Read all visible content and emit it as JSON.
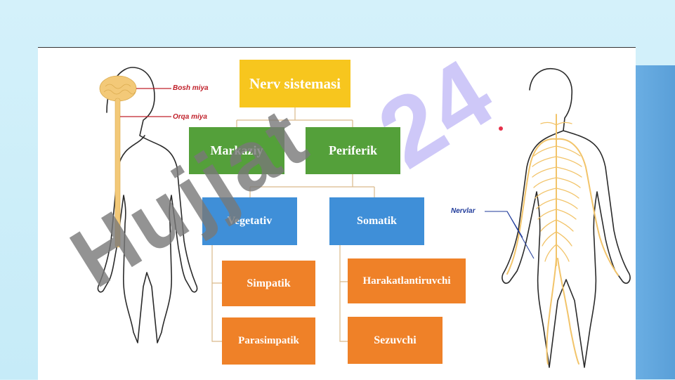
{
  "diagram": {
    "root": "Nerv sistemasi",
    "level1": [
      "Markaziy",
      "Periferik"
    ],
    "level2": [
      "Vegetativ",
      "Somatik"
    ],
    "vegetativ_children": [
      "Simpatik",
      "Parasimpatik"
    ],
    "somatik_children": [
      "Harakatlantiruvchi",
      "Sezuvchi"
    ]
  },
  "figure_labels": {
    "brain": "Bosh miya",
    "spinal_cord": "Orqa miya",
    "nerves": "Nervlar"
  },
  "watermark": {
    "part1": "Hujjat",
    "part2": "24"
  },
  "colors": {
    "root": "#f7c61e",
    "level1": "#54a03a",
    "level2": "#3f8fd8",
    "leaf": "#ef8128",
    "nerve": "#f2c46a",
    "label_red": "#c0202a",
    "label_blue": "#1f3a9a"
  }
}
